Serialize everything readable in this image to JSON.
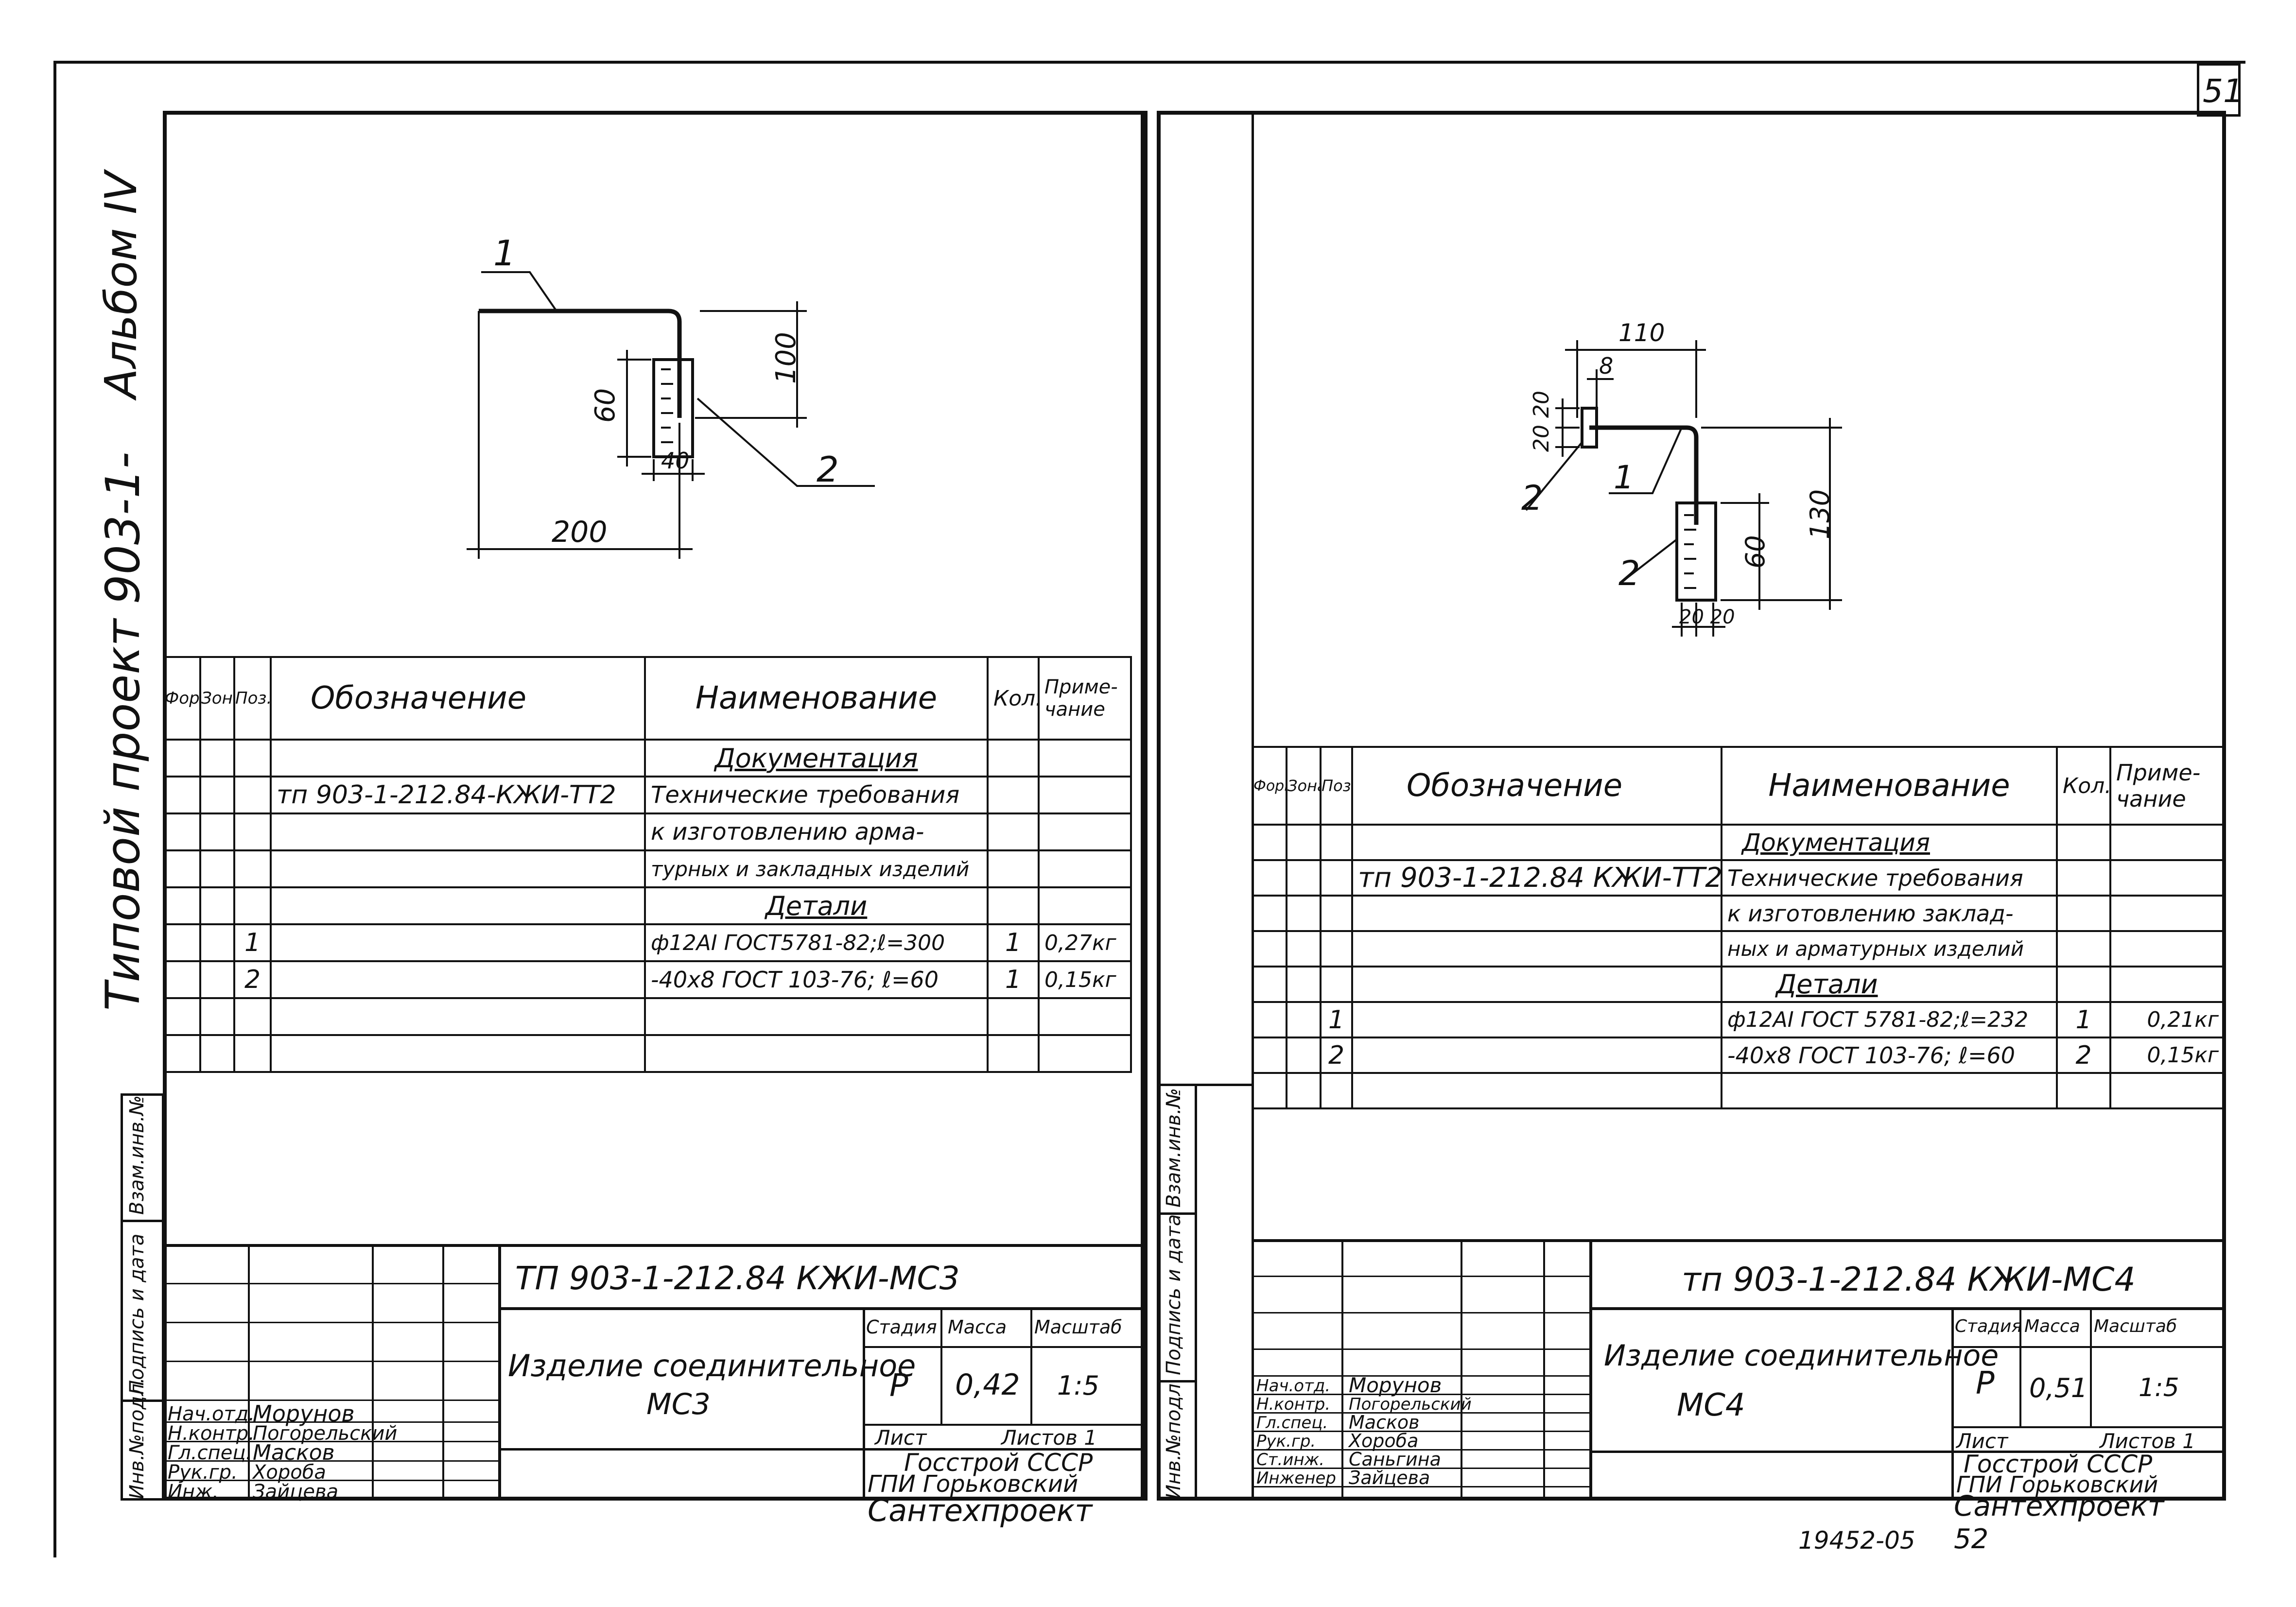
{
  "page": {
    "sheet_number": "51",
    "album_title": "Типовой проект 903-1-",
    "album_sub": "Альбом IV",
    "footer_code": "19452-05",
    "footer_page": "52",
    "side_labels": [
      "Инв.№подл.",
      "Подпись и дата",
      "Взам.инв.№"
    ],
    "side_labels_right": [
      "Инв.№подл.",
      "Подпись и дата",
      "Взам.инв.№"
    ]
  },
  "left": {
    "drawing": {
      "pos1": "1",
      "pos2": "2",
      "dim_200": "200",
      "dim_100": "100",
      "dim_60": "60",
      "dim_40": "40"
    },
    "spec": {
      "headers": {
        "form": "Форм.",
        "zone": "Зона",
        "pos": "Поз.",
        "designation": "Обозначение",
        "name": "Наименование",
        "qty": "Кол.",
        "note": "Приме-чание"
      },
      "rows": [
        {
          "pos": "",
          "des": "",
          "name": "Документация",
          "qty": "",
          "note": "",
          "section": true
        },
        {
          "pos": "",
          "des": "тп 903-1-212.84-КЖИ-ТТ2",
          "name": "Технические требования",
          "qty": "",
          "note": ""
        },
        {
          "pos": "",
          "des": "",
          "name": "к изготовлению арма-",
          "qty": "",
          "note": ""
        },
        {
          "pos": "",
          "des": "",
          "name": "турных и закладных изделий",
          "qty": "",
          "note": ""
        },
        {
          "pos": "",
          "des": "",
          "name": "Детали",
          "qty": "",
          "note": "",
          "section": true
        },
        {
          "pos": "1",
          "des": "",
          "name": "ф12АI ГОСТ5781-82;ℓ=300",
          "qty": "1",
          "note": "0,27кг"
        },
        {
          "pos": "2",
          "des": "",
          "name": "-40х8 ГОСТ 103-76; ℓ=60",
          "qty": "1",
          "note": "0,15кг"
        },
        {
          "pos": "",
          "des": "",
          "name": "",
          "qty": "",
          "note": ""
        },
        {
          "pos": "",
          "des": "",
          "name": "",
          "qty": "",
          "note": ""
        }
      ]
    },
    "title_block": {
      "code": "ТП 903-1-212.84 КЖИ-МС3",
      "name": "Изделие соединительное",
      "mark": "МС3",
      "stage_label": "Стадия",
      "mass_label": "Масса",
      "scale_label": "Масштаб",
      "stage": "Р",
      "mass": "0,42",
      "scale": "1:5",
      "sheet_label": "Лист",
      "sheets_label": "Листов 1",
      "org1": "Госстрой СССР",
      "org2": "ГПИ Горьковский",
      "org3": "Сантехпроект",
      "staff": [
        {
          "role": "Нач.отд.",
          "name": "Морунов"
        },
        {
          "role": "Н.контр.",
          "name": "Погорельский"
        },
        {
          "role": "Гл.спец.",
          "name": "Масков"
        },
        {
          "role": "Рук.гр.",
          "name": "Хороба"
        },
        {
          "role": "Инж.",
          "name": "Зайцева"
        }
      ]
    }
  },
  "right": {
    "drawing": {
      "pos1": "1",
      "pos2a": "2",
      "pos2b": "2",
      "dim_110": "110",
      "dim_8": "8",
      "dim_2020a": "20 20",
      "dim_130": "130",
      "dim_60": "60",
      "dim_2020b": "20 20"
    },
    "spec": {
      "headers": {
        "form": "Формат",
        "zone": "Зона",
        "pos": "Поз.",
        "designation": "Обозначение",
        "name": "Наименование",
        "qty": "Кол.",
        "note": "Приме-чание"
      },
      "rows": [
        {
          "pos": "",
          "des": "",
          "name": "Документация",
          "qty": "",
          "note": "",
          "section": true
        },
        {
          "pos": "",
          "des": "тп 903-1-212.84 КЖИ-ТТ2",
          "name": "Технические требования",
          "qty": "",
          "note": ""
        },
        {
          "pos": "",
          "des": "",
          "name": "к изготовлению заклад-",
          "qty": "",
          "note": ""
        },
        {
          "pos": "",
          "des": "",
          "name": "ных и арматурных изделий",
          "qty": "",
          "note": ""
        },
        {
          "pos": "",
          "des": "",
          "name": "Детали",
          "qty": "",
          "note": "",
          "section": true
        },
        {
          "pos": "1",
          "des": "",
          "name": "ф12АI ГОСТ 5781-82;ℓ=232",
          "qty": "1",
          "note": "0,21кг"
        },
        {
          "pos": "2",
          "des": "",
          "name": "-40х8 ГОСТ 103-76; ℓ=60",
          "qty": "2",
          "note": "0,15кг"
        },
        {
          "pos": "",
          "des": "",
          "name": "",
          "qty": "",
          "note": ""
        }
      ]
    },
    "title_block": {
      "code": "тп 903-1-212.84 КЖИ-МС4",
      "name": "Изделие соединительное",
      "mark": "МС4",
      "stage_label": "Стадия",
      "mass_label": "Масса",
      "scale_label": "Масштаб",
      "stage": "Р",
      "mass": "0,51",
      "scale": "1:5",
      "sheet_label": "Лист",
      "sheets_label": "Листов 1",
      "org1": "Госстрой СССР",
      "org2": "ГПИ Горьковский",
      "org3": "Сантехпроект",
      "staff": [
        {
          "role": "Нач.отд.",
          "name": "Морунов"
        },
        {
          "role": "Н.контр.",
          "name": "Погорельский"
        },
        {
          "role": "Гл.спец.",
          "name": "Масков"
        },
        {
          "role": "Рук.гр.",
          "name": "Хороба"
        },
        {
          "role": "Ст.инж.",
          "name": "Саньгина"
        },
        {
          "role": "Инженер",
          "name": "Зайцева"
        }
      ]
    }
  }
}
